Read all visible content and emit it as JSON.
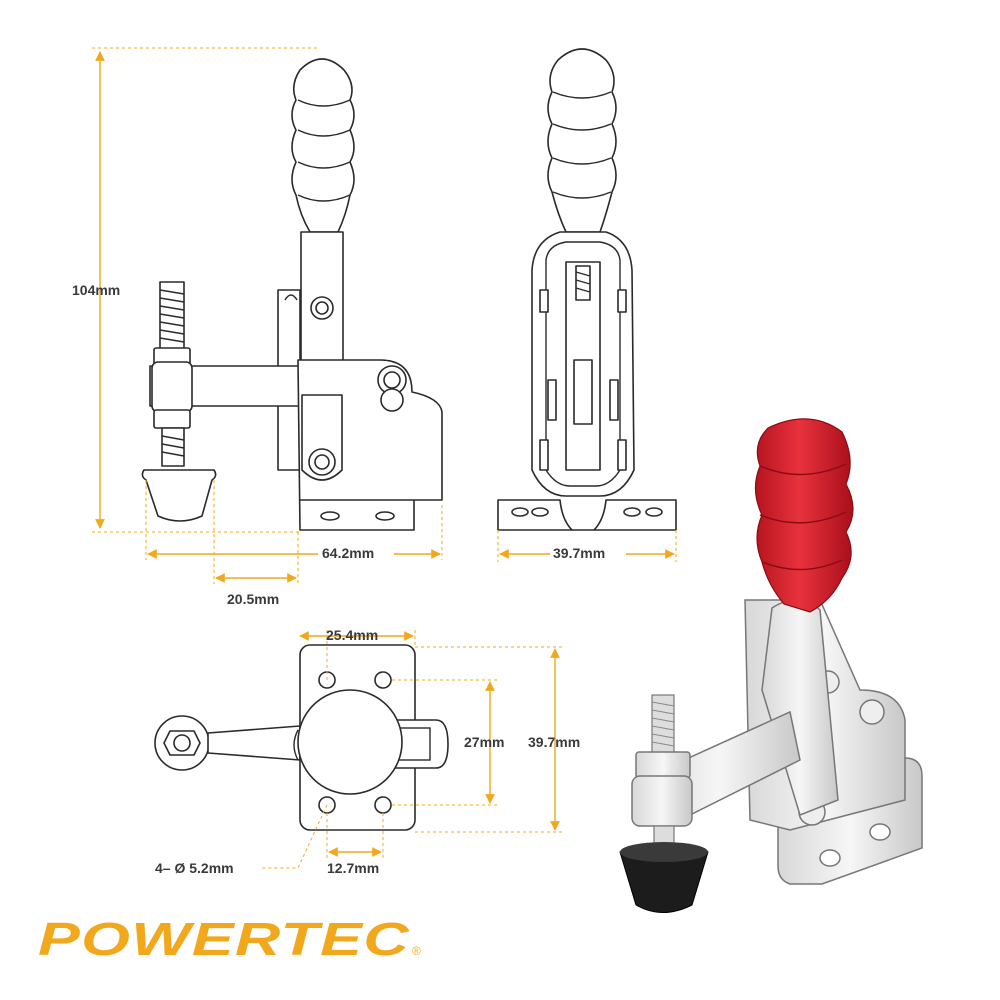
{
  "colors": {
    "accent": "#f2a81d",
    "outline": "#2a2a2a",
    "handle_red": "#d9202c",
    "rubber_tip": "#1c1c1c",
    "brand": "#f2a81d"
  },
  "dimensions": {
    "overall_height": "104mm",
    "overall_length": "64.2mm",
    "spindle_offset": "20.5mm",
    "base_width_side": "39.7mm",
    "hole_spacing_long": "25.4mm",
    "hole_spacing_side": "27mm",
    "base_width_top": "39.7mm",
    "hole_diameter": "4– Ø 5.2mm",
    "hole_spacing_short": "12.7mm"
  },
  "brand": {
    "logo_text": "POWERTEC",
    "registered_mark": "®"
  }
}
